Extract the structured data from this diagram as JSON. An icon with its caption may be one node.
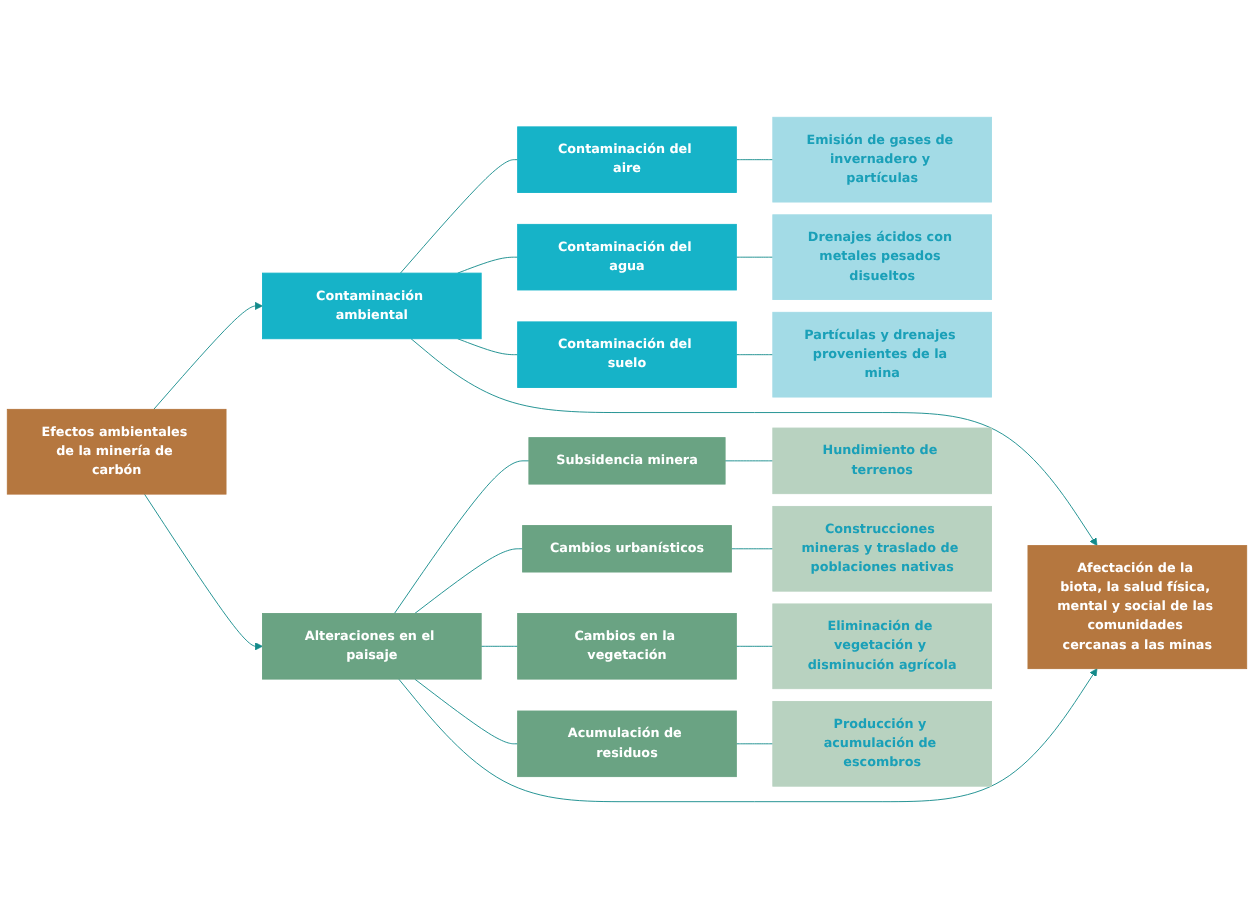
{
  "diagram": {
    "nodes": [
      {
        "text": [
          "Efectos ambientales de la minería de carbón"
        ]
      },
      {
        "text": [
          "Contaminación ambiental"
        ]
      },
      {
        "text": [
          "Alteraciones en el paisaje"
        ]
      },
      {
        "text": [
          "Contaminación del aire"
        ]
      },
      {
        "text": [
          "Emisión de gases de invernadero y partículas"
        ]
      },
      {
        "text": [
          "Hundimiento de terrenos"
        ]
      },
      {
        "text": [
          "Subsidencia minera"
        ]
      },
      {
        "text": [
          "Contaminación del agua"
        ]
      },
      {
        "text": [
          "Drenajes ácidos con metales pesados disueltos"
        ]
      },
      {
        "text": [
          "Construcciones mineras y traslado de poblaciones nativas"
        ]
      },
      {
        "text": [
          "Cambios urbanísticos"
        ]
      },
      {
        "text": [
          "Contaminación del suelo"
        ]
      },
      {
        "text": [
          "Partículas y drenajes provenientes de la mina"
        ]
      },
      {
        "text": [
          "Eliminación de vegetación y disminución agrícola"
        ]
      },
      {
        "text": [
          "Cambios en la vegetación"
        ]
      },
      {
        "text": [
          "Producción y acumulación de escombros"
        ]
      },
      {
        "text": [
          "Acumulación de residuos"
        ]
      },
      {
        "text": [
          "Afectación de la biota, la salud física, mental y social de las comunidades cercanas a las minas"
        ]
      }
    ],
    "edges": [
      {
        "from": 0,
        "to": 1,
        "arrow": "to"
      },
      {
        "from": 0,
        "to": 2,
        "arrow": "to"
      },
      {
        "from": 1,
        "to": 3,
        "arrow": "none"
      },
      {
        "from": 1,
        "to": 7,
        "arrow": "none"
      },
      {
        "from": 1,
        "to": 11,
        "arrow": "none"
      },
      {
        "from": 3,
        "to": 4,
        "arrow": "none"
      },
      {
        "from": 7,
        "to": 8,
        "arrow": "none"
      },
      {
        "from": 11,
        "to": 12,
        "arrow": "none"
      },
      {
        "from": 2,
        "to": 6,
        "arrow": "none"
      },
      {
        "from": 2,
        "to": 10,
        "arrow": "none"
      },
      {
        "from": 2,
        "to": 14,
        "arrow": "none"
      },
      {
        "from": 2,
        "to": 16,
        "arrow": "none"
      },
      {
        "from": 6,
        "to": 5,
        "arrow": "none"
      },
      {
        "from": 10,
        "to": 9,
        "arrow": "none"
      },
      {
        "from": 14,
        "to": 13,
        "arrow": "none"
      },
      {
        "from": 16,
        "to": 15,
        "arrow": "none"
      },
      {
        "from": 1,
        "to": 17,
        "arrow": "to"
      },
      {
        "from": 2,
        "to": 17,
        "arrow": "to"
      }
    ]
  }
}
